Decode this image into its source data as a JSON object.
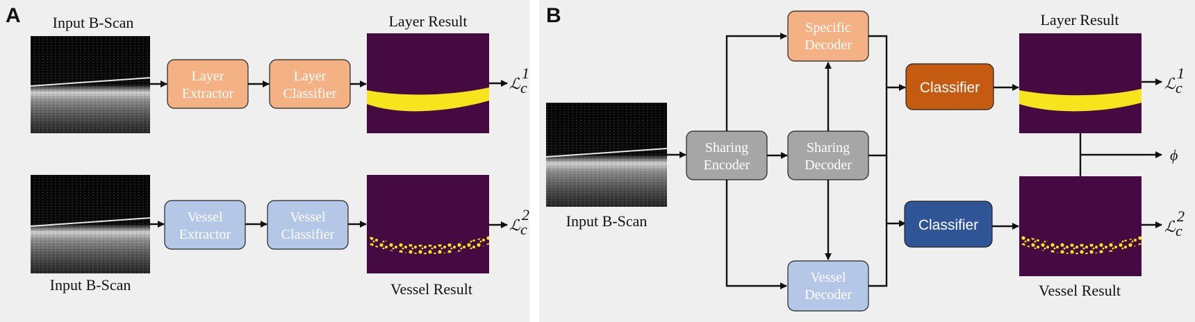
{
  "panels": {
    "a": {
      "letter": "A"
    },
    "b": {
      "letter": "B"
    }
  },
  "panel_a": {
    "top_input_caption": "Input B-Scan",
    "bottom_input_caption": "Input B-Scan",
    "layer_extractor": [
      "Layer",
      "Extractor"
    ],
    "layer_classifier": [
      "Layer",
      "Classifier"
    ],
    "vessel_extractor": [
      "Vessel",
      "Extractor"
    ],
    "vessel_classifier": [
      "Vessel",
      "Classifier"
    ],
    "layer_result_caption": "Layer Result",
    "vessel_result_caption": "Vessel Result",
    "loss_1": {
      "main": "ℒ",
      "sub": "c",
      "sup": "1"
    },
    "loss_2": {
      "main": "ℒ",
      "sub": "c",
      "sup": "2"
    }
  },
  "panel_b": {
    "input_caption": "Input B-Scan",
    "sharing_encoder": [
      "Sharing",
      "Encoder"
    ],
    "sharing_decoder": [
      "Sharing",
      "Decoder"
    ],
    "specific_decoder": [
      "Specific",
      "Decoder"
    ],
    "vessel_decoder": [
      "Vessel",
      "Decoder"
    ],
    "classifier_top": "Classifier",
    "classifier_bottom": "Classifier",
    "layer_result_caption": "Layer Result",
    "vessel_result_caption": "Vessel Result",
    "phi": "ϕ",
    "loss_1": {
      "main": "ℒ",
      "sub": "c",
      "sup": "1"
    },
    "loss_2": {
      "main": "ℒ",
      "sub": "c",
      "sup": "2"
    }
  },
  "colors": {
    "panel_bg": "#efefef",
    "layer_box": "#f4b183",
    "vessel_box": "#b4c7e7",
    "sharing_box": "#a6a6a6",
    "classifier_orange": "#c55a11",
    "classifier_blue": "#2f5597",
    "mask_bg": "#440a41",
    "mask_fg": "#f6e51d"
  }
}
